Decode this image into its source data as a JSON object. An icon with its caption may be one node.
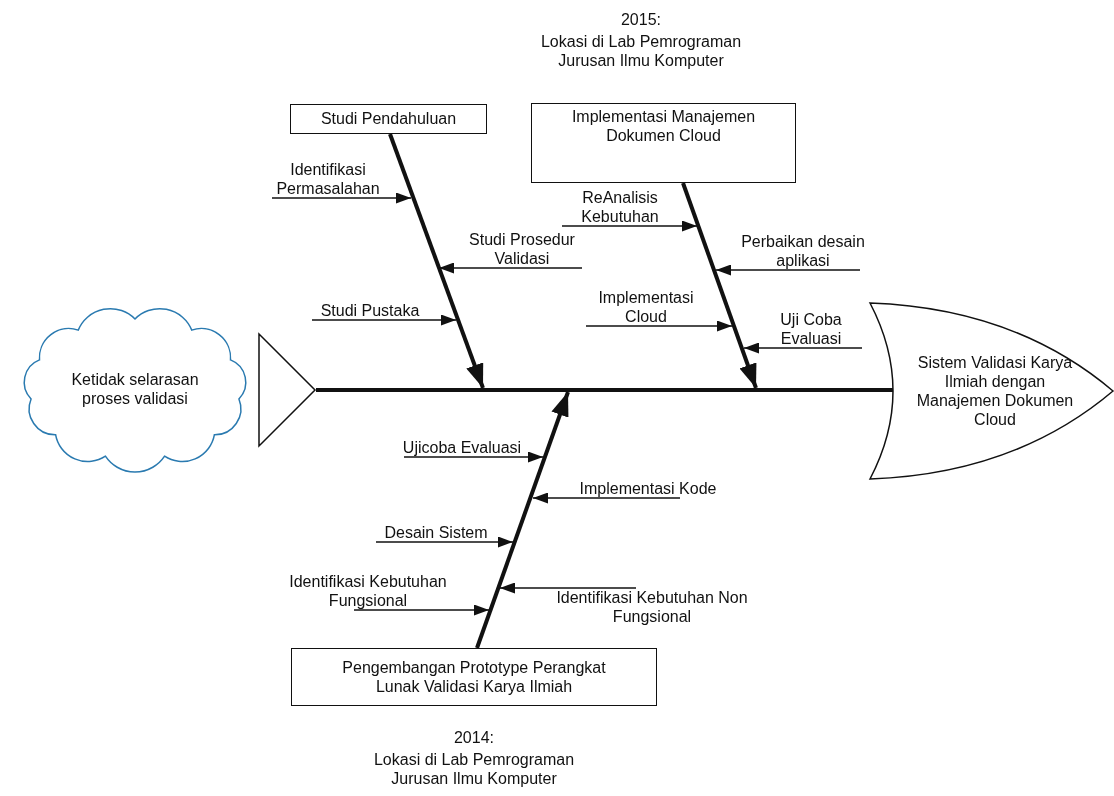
{
  "diagram": {
    "nodes": [
      {
        "text": [
          "Ketidak selarasan proses validasi"
        ]
      },
      {
        "text": [],
        "shape": "triangle"
      },
      {
        "text": [
          "Sistem Validasi Karya Ilmiah dengan Manajemen Dokumen Cloud"
        ]
      },
      {
        "text": [
          "Studi Pendahuluan"
        ]
      },
      {
        "text": [
          "Implementasi Manajemen Dokumen Cloud"
        ]
      },
      {
        "text": [
          "Pengembangan Prototype Perangkat Lunak Validasi Karya Ilmiah"
        ]
      },
      {
        "text": [
          "Identifikasi Permasalahan"
        ]
      },
      {
        "text": [
          "Studi Prosedur Validasi"
        ]
      },
      {
        "text": [
          "Studi Pustaka"
        ]
      },
      {
        "text": [
          "ReAnalisis Kebutuhan"
        ]
      },
      {
        "text": [
          "Perbaikan desain aplikasi"
        ]
      },
      {
        "text": [
          "Implementasi Cloud"
        ]
      },
      {
        "text": [
          "Uji Coba Evaluasi"
        ]
      },
      {
        "text": [
          "Ujicoba Evaluasi"
        ]
      },
      {
        "text": [
          "Implementasi Kode"
        ]
      },
      {
        "text": [
          "Desain Sistem"
        ]
      },
      {
        "text": [
          "Identifikasi Kebutuhan Fungsional"
        ]
      },
      {
        "text": [
          "Identifikasi Kebutuhan Non Fungsional"
        ]
      }
    ],
    "edges": [
      {
        "from": 1,
        "to": 2,
        "arrow": "none",
        "style": "thick"
      },
      {
        "from": 3,
        "to": null,
        "arrow": "to",
        "style": "thick"
      },
      {
        "from": 4,
        "to": null,
        "arrow": "to",
        "style": "thick"
      },
      {
        "from": 5,
        "to": null,
        "arrow": "to",
        "style": "thick"
      },
      {
        "from": 6,
        "to": null,
        "arrow": "to"
      },
      {
        "from": 7,
        "to": null,
        "arrow": "to"
      },
      {
        "from": 8,
        "to": null,
        "arrow": "to"
      },
      {
        "from": 9,
        "to": null,
        "arrow": "to"
      },
      {
        "from": 10,
        "to": null,
        "arrow": "to"
      },
      {
        "from": 11,
        "to": null,
        "arrow": "to"
      },
      {
        "from": 12,
        "to": null,
        "arrow": "to"
      },
      {
        "from": 13,
        "to": null,
        "arrow": "to"
      },
      {
        "from": 14,
        "to": null,
        "arrow": "to"
      },
      {
        "from": 15,
        "to": null,
        "arrow": "to"
      },
      {
        "from": 16,
        "to": null,
        "arrow": "to"
      },
      {
        "from": 17,
        "to": null,
        "arrow": "to"
      }
    ],
    "labels": [
      "2015:",
      "Lokasi di Lab Pemrograman Jurusan Ilmu Komputer",
      "2014:",
      "Lokasi di Lab Pemrograman Jurusan Ilmu Komputer"
    ]
  }
}
